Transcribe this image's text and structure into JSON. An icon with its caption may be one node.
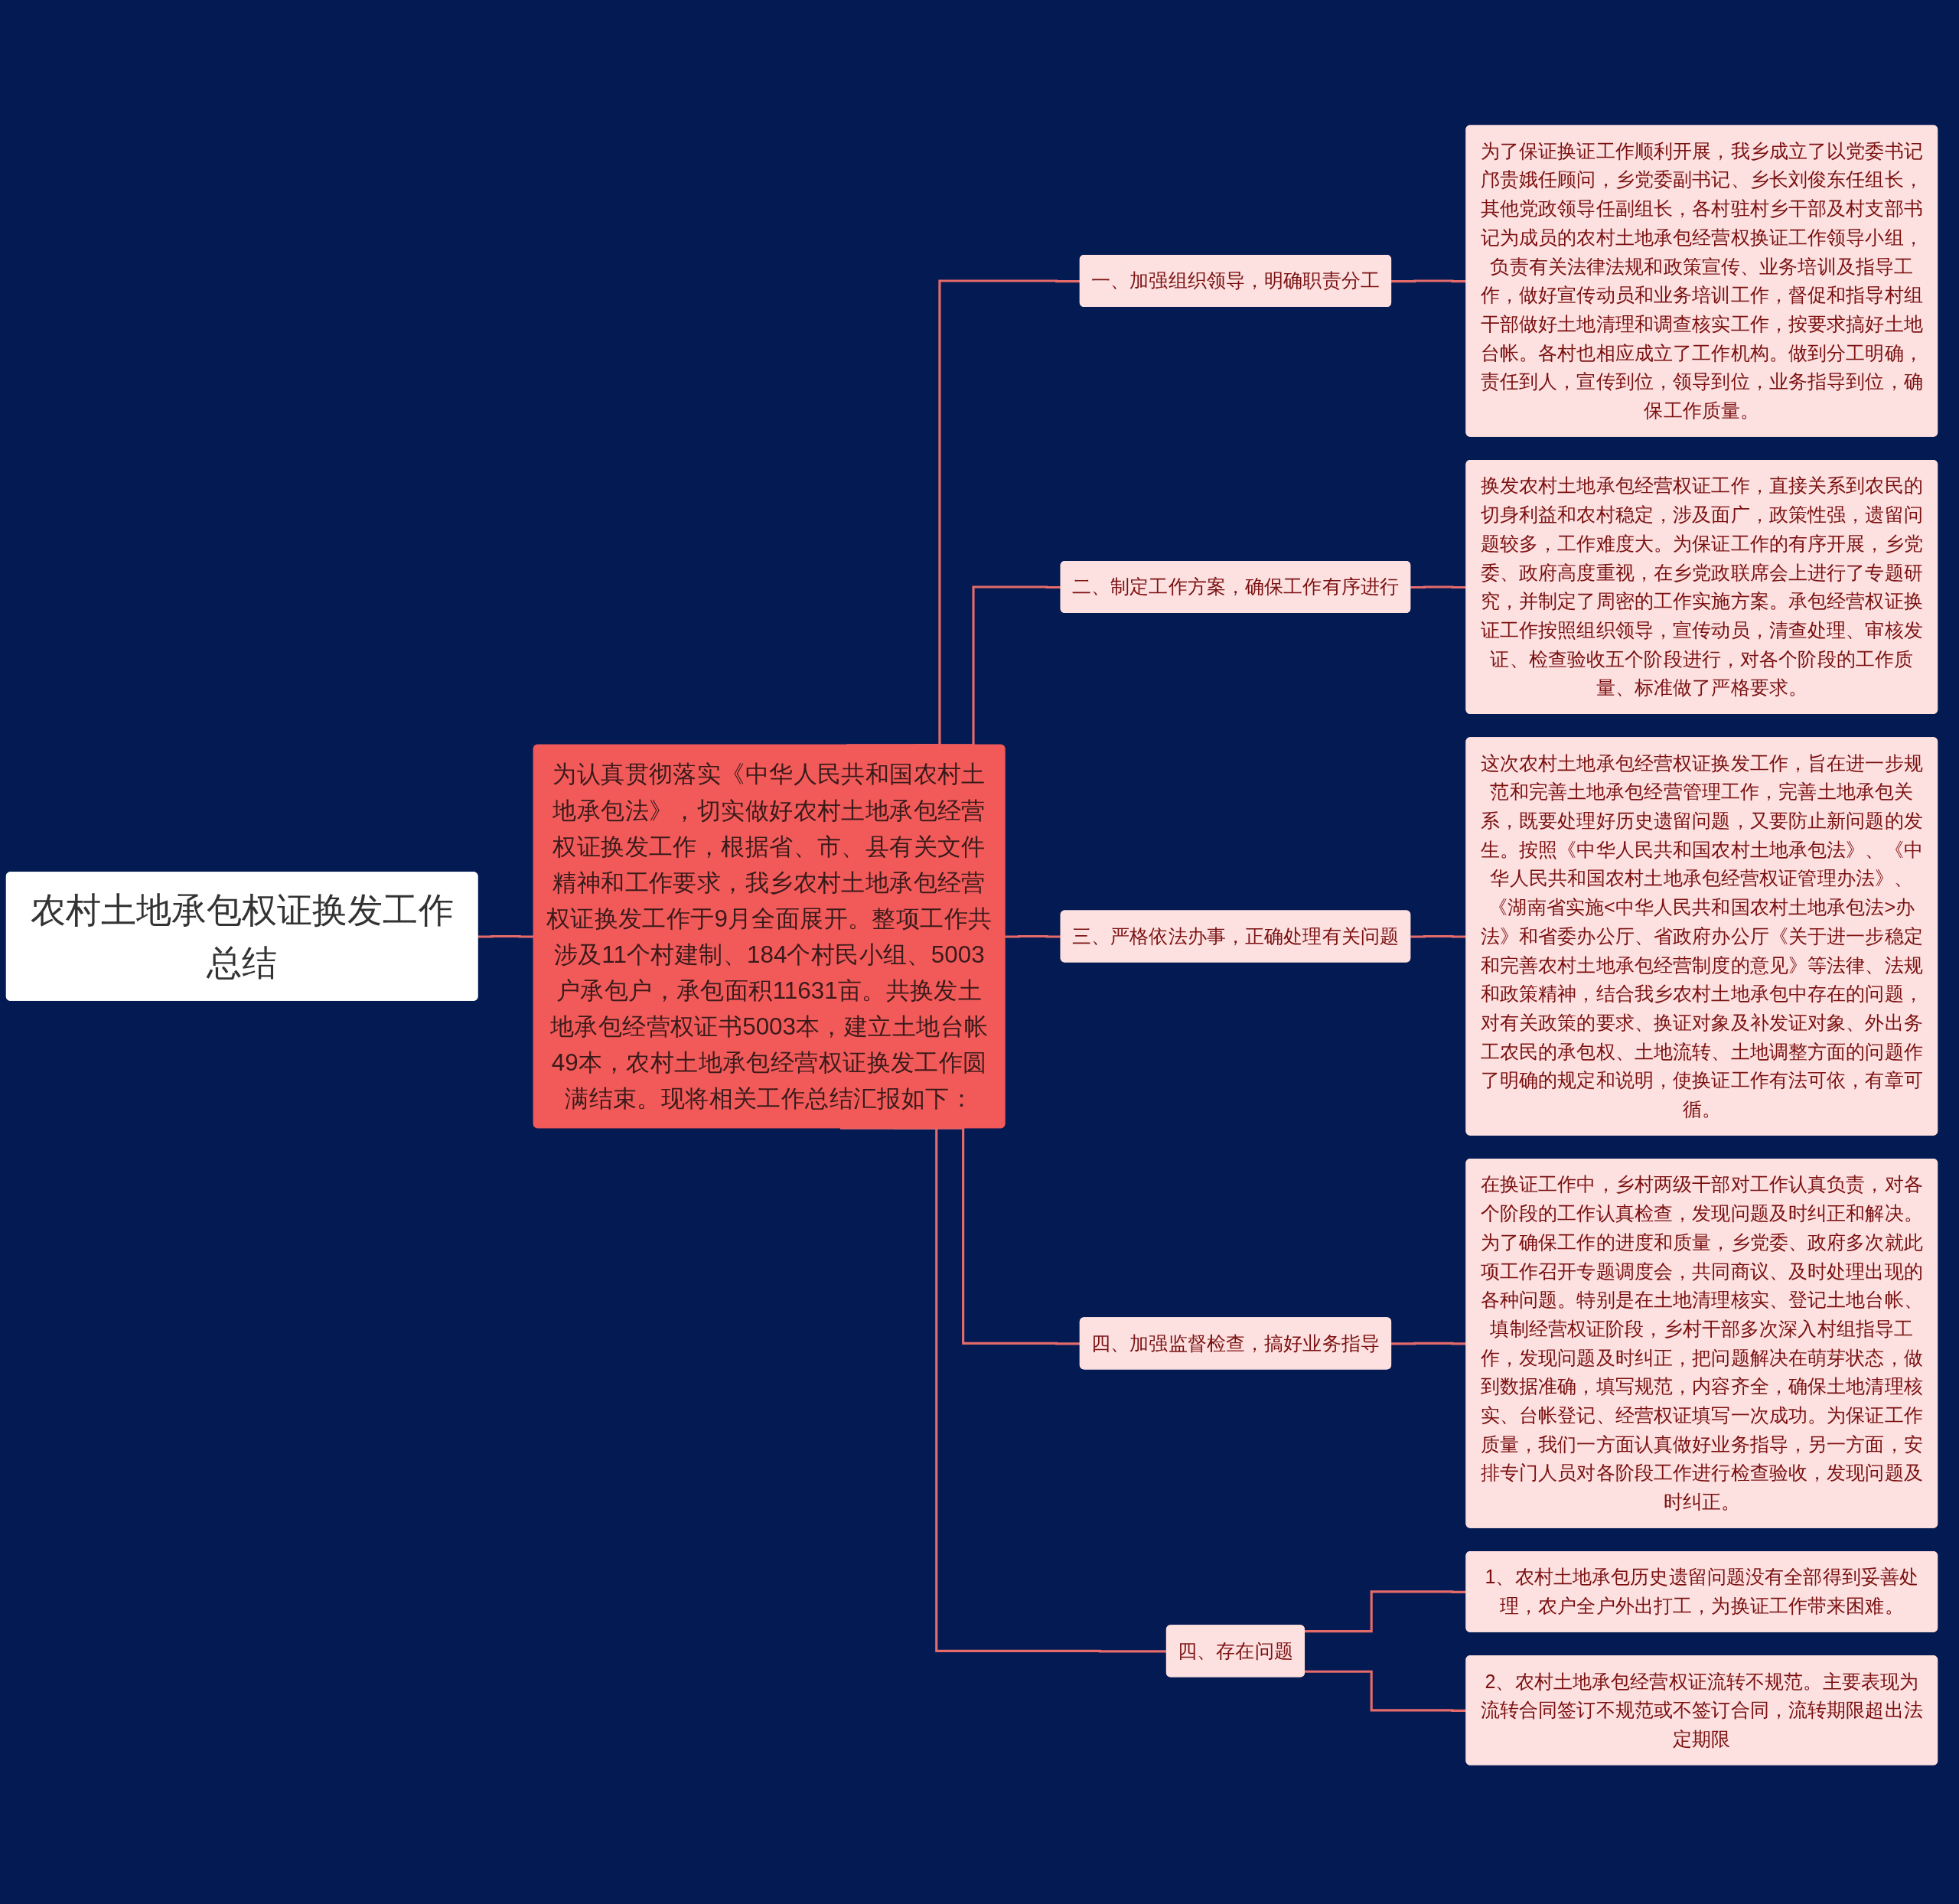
{
  "diagram": {
    "nodes": [
      {
        "text": [
          "农村土地承包权证换发工作总结"
        ]
      },
      {
        "text": [
          "为认真贯彻落实《中华人民共和国农村土地承包法》，切实做好农村土地承包经营权证换发工作，根据省、市、县有关文件精神和工作要求，我乡农村土地承包经营权证换发工作于9月全面展开。整项工作共涉及11个村建制、184个村民小组、5003户承包户，承包面积11631亩。共换发土地承包经营权证书5003本，建立土地台帐49本，农村土地承包经营权证换发工作圆满结束。现将相关工作总结汇报如下："
        ]
      },
      {
        "text": [
          "一、加强组织领导，明确职责分工"
        ]
      },
      {
        "text": [
          "为了保证换证工作顺利开展，我乡成立了以党委书记邝贵娥任顾问，乡党委副书记、乡长刘俊东任组长，其他党政领导任副组长，各村驻村乡干部及村支部书记为成员的农村土地承包经营权换证工作领导小组，负责有关法律法规和政策宣传、业务培训及指导工作，做好宣传动员和业务培训工作，督促和指导村组干部做好土地清理和调查核实工作，按要求搞好土地台帐。各村也相应成立了工作机构。做到分工明确，责任到人，宣传到位，领导到位，业务指导到位，确保工作质量。"
        ]
      },
      {
        "text": [
          "二、制定工作方案，确保工作有序进行"
        ]
      },
      {
        "text": [
          "换发农村土地承包经营权证工作，直接关系到农民的切身利益和农村稳定，涉及面广，政策性强，遗留问题较多，工作难度大。为保证工作的有序开展，乡党委、政府高度重视，在乡党政联席会上进行了专题研究，并制定了周密的工作实施方案。承包经营权证换证工作按照组织领导，宣传动员，清查处理、审核发证、检查验收五个阶段进行，对各个阶段的工作质量、标准做了严格要求。"
        ]
      },
      {
        "text": [
          "三、严格依法办事，正确处理有关问题"
        ]
      },
      {
        "text": [
          "这次农村土地承包经营权证换发工作，旨在进一步规范和完善土地承包经营管理工作，完善土地承包关系，既要处理好历史遗留问题，又要防止新问题的发生。按照《中华人民共和国农村土地承包法》、《中华人民共和国农村土地承包经营权证管理办法》、《湖南省实施<中华人民共和国农村土地承包法>办法》和省委办公厅、省政府办公厅《关于进一步稳定和完善农村土地承包经营制度的意见》等法律、法规和政策精神，结合我乡农村土地承包中存在的问题，对有关政策的要求、换证对象及补发证对象、外出务工农民的承包权、土地流转、土地调整方面的问题作了明确的规定和说明，使换证工作有法可依，有章可循。"
        ]
      },
      {
        "text": [
          "四、加强监督检查，搞好业务指导"
        ]
      },
      {
        "text": [
          "在换证工作中，乡村两级干部对工作认真负责，对各个阶段的工作认真检查，发现问题及时纠正和解决。为了确保工作的进度和质量，乡党委、政府多次就此项工作召开专题调度会，共同商议、及时处理出现的各种问题。特别是在土地清理核实、登记土地台帐、填制经营权证阶段，乡村干部多次深入村组指导工作，发现问题及时纠正，把问题解决在萌芽状态，做到数据准确，填写规范，内容齐全，确保土地清理核实、台帐登记、经营权证填写一次成功。为保证工作质量，我们一方面认真做好业务指导，另一方面，安排专门人员对各阶段工作进行检查验收，发现问题及时纠正。"
        ]
      },
      {
        "text": [
          "四、存在问题"
        ]
      },
      {
        "text": [
          "1、农村土地承包历史遗留问题没有全部得到妥善处理，农户全户外出打工，为换证工作带来困难。"
        ]
      },
      {
        "text": [
          "2、农村土地承包经营权证流转不规范。主要表现为流转合同签订不规范或不签订合同，流转期限超出法定期限"
        ]
      }
    ],
    "edges": [
      {
        "from": 0,
        "to": 1,
        "arrow": "none"
      },
      {
        "from": 1,
        "to": 2,
        "arrow": "none"
      },
      {
        "from": 2,
        "to": 3,
        "arrow": "none"
      },
      {
        "from": 1,
        "to": 4,
        "arrow": "none"
      },
      {
        "from": 4,
        "to": 5,
        "arrow": "none"
      },
      {
        "from": 1,
        "to": 6,
        "arrow": "none"
      },
      {
        "from": 6,
        "to": 7,
        "arrow": "none"
      },
      {
        "from": 1,
        "to": 8,
        "arrow": "none"
      },
      {
        "from": 8,
        "to": 9,
        "arrow": "none"
      },
      {
        "from": 1,
        "to": 10,
        "arrow": "none"
      },
      {
        "from": 10,
        "to": 11,
        "arrow": "none"
      },
      {
        "from": 10,
        "to": 12,
        "arrow": "none"
      }
    ]
  }
}
